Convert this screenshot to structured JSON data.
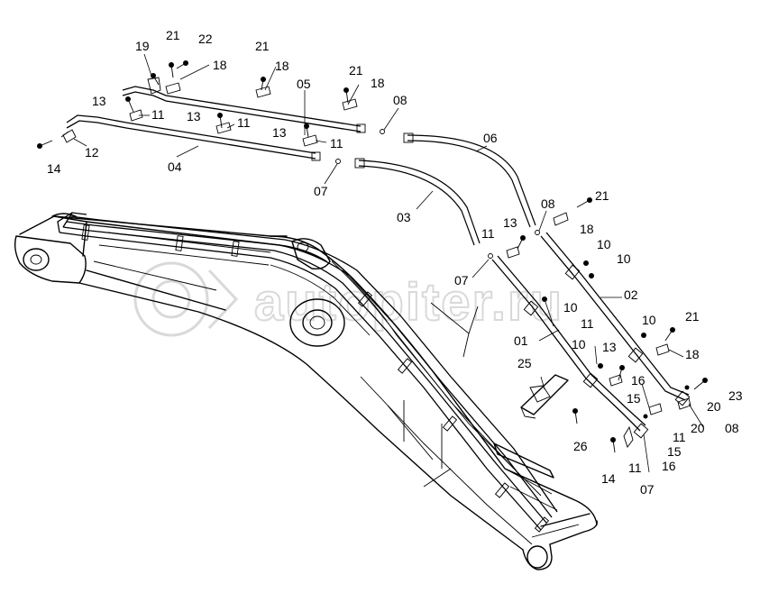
{
  "watermark": "autopiter.ru",
  "callouts": [
    {
      "id": "lbl-19a",
      "text": "19"
    },
    {
      "id": "lbl-21a",
      "text": "21"
    },
    {
      "id": "lbl-22",
      "text": "22"
    },
    {
      "id": "lbl-18a",
      "text": "18"
    },
    {
      "id": "lbl-21b",
      "text": "21"
    },
    {
      "id": "lbl-18b",
      "text": "18"
    },
    {
      "id": "lbl-05",
      "text": "05"
    },
    {
      "id": "lbl-21c",
      "text": "21"
    },
    {
      "id": "lbl-18c",
      "text": "18"
    },
    {
      "id": "lbl-08a",
      "text": "08"
    },
    {
      "id": "lbl-13a",
      "text": "13"
    },
    {
      "id": "lbl-11a",
      "text": "11"
    },
    {
      "id": "lbl-13b",
      "text": "13"
    },
    {
      "id": "lbl-11b",
      "text": "11"
    },
    {
      "id": "lbl-13c",
      "text": "13"
    },
    {
      "id": "lbl-11c",
      "text": "11"
    },
    {
      "id": "lbl-06",
      "text": "06"
    },
    {
      "id": "lbl-12",
      "text": "12"
    },
    {
      "id": "lbl-14a",
      "text": "14"
    },
    {
      "id": "lbl-04",
      "text": "04"
    },
    {
      "id": "lbl-07a",
      "text": "07"
    },
    {
      "id": "lbl-03",
      "text": "03"
    },
    {
      "id": "lbl-08b",
      "text": "08"
    },
    {
      "id": "lbl-21d",
      "text": "21"
    },
    {
      "id": "lbl-11d",
      "text": "11"
    },
    {
      "id": "lbl-13d",
      "text": "13"
    },
    {
      "id": "lbl-18d",
      "text": "18"
    },
    {
      "id": "lbl-10a",
      "text": "10"
    },
    {
      "id": "lbl-10b",
      "text": "10"
    },
    {
      "id": "lbl-07b",
      "text": "07"
    },
    {
      "id": "lbl-02",
      "text": "02"
    },
    {
      "id": "lbl-10c",
      "text": "10"
    },
    {
      "id": "lbl-10d",
      "text": "10"
    },
    {
      "id": "lbl-21e",
      "text": "21"
    },
    {
      "id": "lbl-01",
      "text": "01"
    },
    {
      "id": "lbl-11e",
      "text": "11"
    },
    {
      "id": "lbl-18e",
      "text": "18"
    },
    {
      "id": "lbl-10e",
      "text": "10"
    },
    {
      "id": "lbl-13e",
      "text": "13"
    },
    {
      "id": "lbl-25",
      "text": "25"
    },
    {
      "id": "lbl-16a",
      "text": "16"
    },
    {
      "id": "lbl-15a",
      "text": "15"
    },
    {
      "id": "lbl-23",
      "text": "23"
    },
    {
      "id": "lbl-20a",
      "text": "20"
    },
    {
      "id": "lbl-20b",
      "text": "20"
    },
    {
      "id": "lbl-08c",
      "text": "08"
    },
    {
      "id": "lbl-11f",
      "text": "11"
    },
    {
      "id": "lbl-26",
      "text": "26"
    },
    {
      "id": "lbl-15b",
      "text": "15"
    },
    {
      "id": "lbl-16b",
      "text": "16"
    },
    {
      "id": "lbl-14b",
      "text": "14"
    },
    {
      "id": "lbl-11g",
      "text": "11"
    },
    {
      "id": "lbl-07c",
      "text": "07"
    }
  ]
}
